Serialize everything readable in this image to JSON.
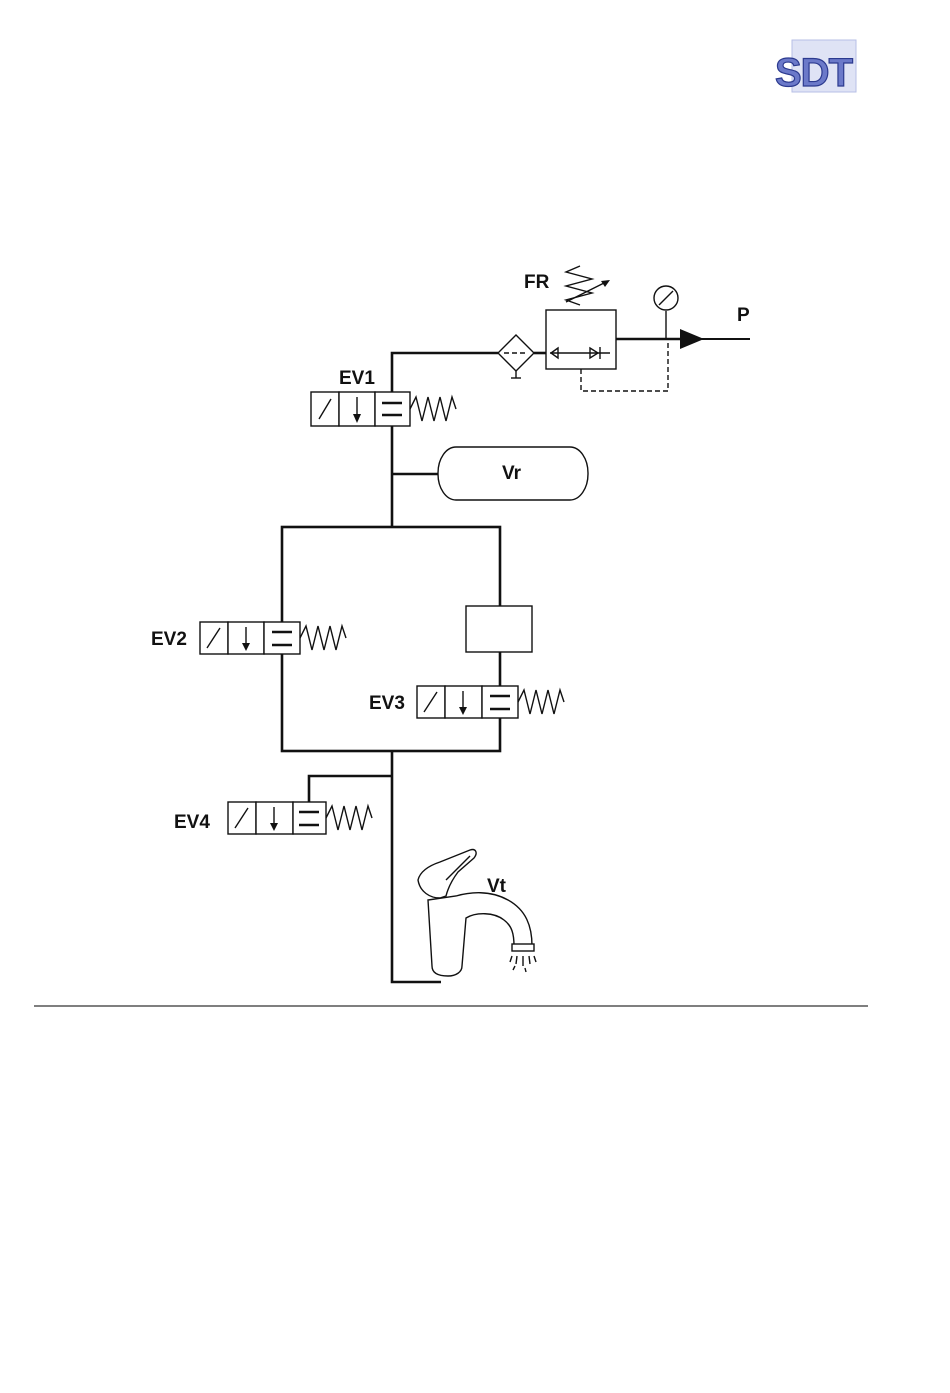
{
  "logo": {
    "text": "SDT",
    "colors": {
      "fill": "#6b79c9",
      "outline": "#2c3a8f"
    }
  },
  "labels": {
    "fr": "FR",
    "p": "P",
    "ev1": "EV1",
    "vr": "Vr",
    "ev2": "EV2",
    "ev3": "EV3",
    "ev4": "EV4",
    "vt": "Vt"
  },
  "colors": {
    "line": "#111111",
    "background": "#ffffff"
  }
}
